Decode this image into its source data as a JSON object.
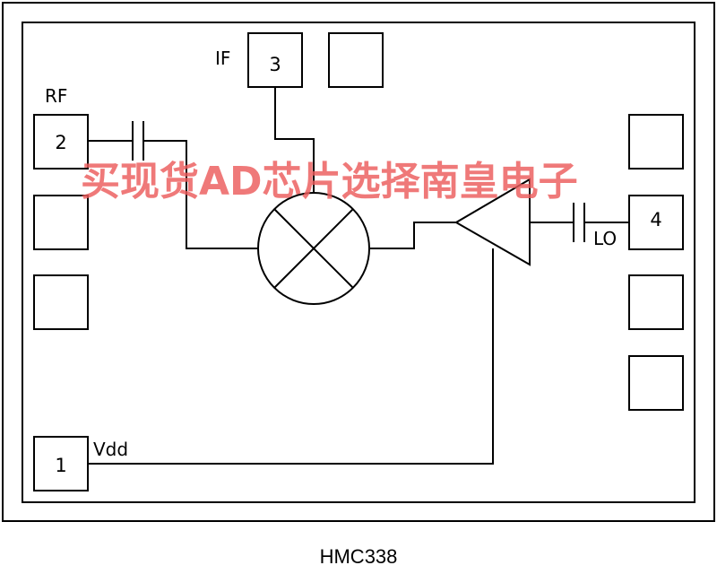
{
  "pins": [
    {
      "number": "1",
      "label": "Vdd"
    },
    {
      "number": "2",
      "label": "RF"
    },
    {
      "number": "3",
      "label": "IF"
    },
    {
      "number": "4",
      "label": "LO"
    }
  ],
  "part_number": "HMC338",
  "watermark": "买现货AD芯片选择南皇电子",
  "colors": {
    "line": "#000000",
    "watermark": "#ec5c5c"
  }
}
